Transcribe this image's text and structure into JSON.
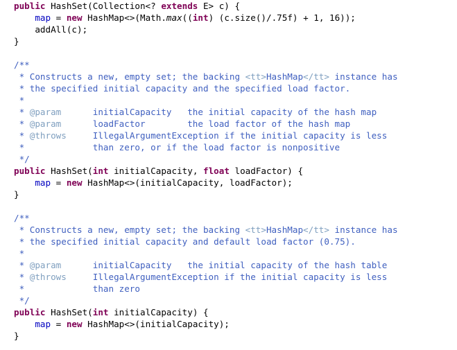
{
  "editor": {
    "lines": [
      [
        {
          "t": "public",
          "c": "kw"
        },
        {
          "t": " HashSet(Collection<? ",
          "c": "p"
        },
        {
          "t": "extends",
          "c": "kw"
        },
        {
          "t": " E> c) {",
          "c": "p"
        }
      ],
      [
        {
          "t": "    ",
          "c": "p"
        },
        {
          "t": "map",
          "c": "fld"
        },
        {
          "t": " = ",
          "c": "p"
        },
        {
          "t": "new",
          "c": "kw"
        },
        {
          "t": " HashMap<>(Math.",
          "c": "p"
        },
        {
          "t": "max",
          "c": "mth"
        },
        {
          "t": "((",
          "c": "p"
        },
        {
          "t": "int",
          "c": "kw"
        },
        {
          "t": ") (c.size()/.75f) + 1, 16));",
          "c": "p"
        }
      ],
      [
        {
          "t": "    addAll(c);",
          "c": "p"
        }
      ],
      [
        {
          "t": "}",
          "c": "p"
        }
      ],
      [],
      [
        {
          "t": "/**",
          "c": "cmt"
        }
      ],
      [
        {
          "t": " * Constructs a new, empty set; the backing ",
          "c": "cmt"
        },
        {
          "t": "<tt>",
          "c": "tag"
        },
        {
          "t": "HashMap",
          "c": "cmt"
        },
        {
          "t": "</tt>",
          "c": "tag"
        },
        {
          "t": " instance has",
          "c": "cmt"
        }
      ],
      [
        {
          "t": " * the specified initial capacity and the specified load factor.",
          "c": "cmt"
        }
      ],
      [
        {
          "t": " *",
          "c": "cmt"
        }
      ],
      [
        {
          "t": " * ",
          "c": "cmt"
        },
        {
          "t": "@param",
          "c": "tag"
        },
        {
          "t": "      initialCapacity   the initial capacity of the hash map",
          "c": "cmt"
        }
      ],
      [
        {
          "t": " * ",
          "c": "cmt"
        },
        {
          "t": "@param",
          "c": "tag"
        },
        {
          "t": "      loadFactor        the load factor of the hash map",
          "c": "cmt"
        }
      ],
      [
        {
          "t": " * ",
          "c": "cmt"
        },
        {
          "t": "@throws",
          "c": "tag"
        },
        {
          "t": "     IllegalArgumentException if the initial capacity is less",
          "c": "cmt"
        }
      ],
      [
        {
          "t": " *             than zero, or if the load factor is nonpositive",
          "c": "cmt"
        }
      ],
      [
        {
          "t": " */",
          "c": "cmt"
        }
      ],
      [
        {
          "t": "public",
          "c": "kw"
        },
        {
          "t": " HashSet(",
          "c": "p"
        },
        {
          "t": "int",
          "c": "kw"
        },
        {
          "t": " initialCapacity, ",
          "c": "p"
        },
        {
          "t": "float",
          "c": "kw"
        },
        {
          "t": " loadFactor) {",
          "c": "p"
        }
      ],
      [
        {
          "t": "    ",
          "c": "p"
        },
        {
          "t": "map",
          "c": "fld"
        },
        {
          "t": " = ",
          "c": "p"
        },
        {
          "t": "new",
          "c": "kw"
        },
        {
          "t": " HashMap<>(initialCapacity, loadFactor);",
          "c": "p"
        }
      ],
      [
        {
          "t": "}",
          "c": "p"
        }
      ],
      [],
      [
        {
          "t": "/**",
          "c": "cmt"
        }
      ],
      [
        {
          "t": " * Constructs a new, empty set; the backing ",
          "c": "cmt"
        },
        {
          "t": "<tt>",
          "c": "tag"
        },
        {
          "t": "HashMap",
          "c": "cmt"
        },
        {
          "t": "</tt>",
          "c": "tag"
        },
        {
          "t": " instance has",
          "c": "cmt"
        }
      ],
      [
        {
          "t": " * the specified initial capacity and default load factor (0.75).",
          "c": "cmt"
        }
      ],
      [
        {
          "t": " *",
          "c": "cmt"
        }
      ],
      [
        {
          "t": " * ",
          "c": "cmt"
        },
        {
          "t": "@param",
          "c": "tag"
        },
        {
          "t": "      initialCapacity   the initial capacity of the hash table",
          "c": "cmt"
        }
      ],
      [
        {
          "t": " * ",
          "c": "cmt"
        },
        {
          "t": "@throws",
          "c": "tag"
        },
        {
          "t": "     IllegalArgumentException if the initial capacity is less",
          "c": "cmt"
        }
      ],
      [
        {
          "t": " *             than zero",
          "c": "cmt"
        }
      ],
      [
        {
          "t": " */",
          "c": "cmt"
        }
      ],
      [
        {
          "t": "public",
          "c": "kw"
        },
        {
          "t": " HashSet(",
          "c": "p"
        },
        {
          "t": "int",
          "c": "kw"
        },
        {
          "t": " initialCapacity) {",
          "c": "p"
        }
      ],
      [
        {
          "t": "    ",
          "c": "p"
        },
        {
          "t": "map",
          "c": "fld"
        },
        {
          "t": " = ",
          "c": "p"
        },
        {
          "t": "new",
          "c": "kw"
        },
        {
          "t": " HashMap<>(initialCapacity);",
          "c": "p"
        }
      ],
      [
        {
          "t": "}",
          "c": "p"
        }
      ]
    ]
  },
  "colors": {
    "keyword": "#7f0055",
    "field": "#0000c0",
    "comment": "#3f5fbf",
    "javadoc_tag": "#7f9fbf",
    "text": "#000000",
    "background": "#ffffff"
  }
}
